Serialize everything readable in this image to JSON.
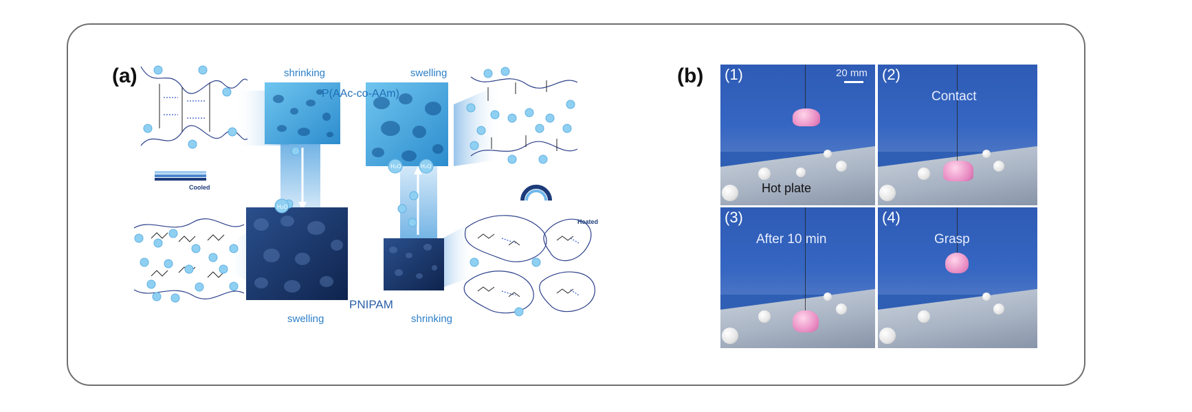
{
  "panel_a": {
    "label": "(a)",
    "top_left_word": "shrinking",
    "top_right_word": "swelling",
    "copolymer": "P(AAc-co-AAm)",
    "bottom_left_word": "swelling",
    "bottom_right_word": "shrinking",
    "pnipam": "PNIPAM",
    "cooled": "Cooled",
    "heated": "Heated",
    "water": "H₂O"
  },
  "panel_b": {
    "label": "(b)",
    "scale": "20 mm",
    "photos": [
      {
        "num": "(1)",
        "caption": "Hot plate"
      },
      {
        "num": "(2)",
        "caption": "Contact"
      },
      {
        "num": "(3)",
        "caption": "After 10 min"
      },
      {
        "num": "(4)",
        "caption": "Grasp"
      }
    ]
  },
  "colors": {
    "frame": "#6e6e6e",
    "accent_blue": "#2c7fc8",
    "dark_navy": "#1c3b7a"
  }
}
